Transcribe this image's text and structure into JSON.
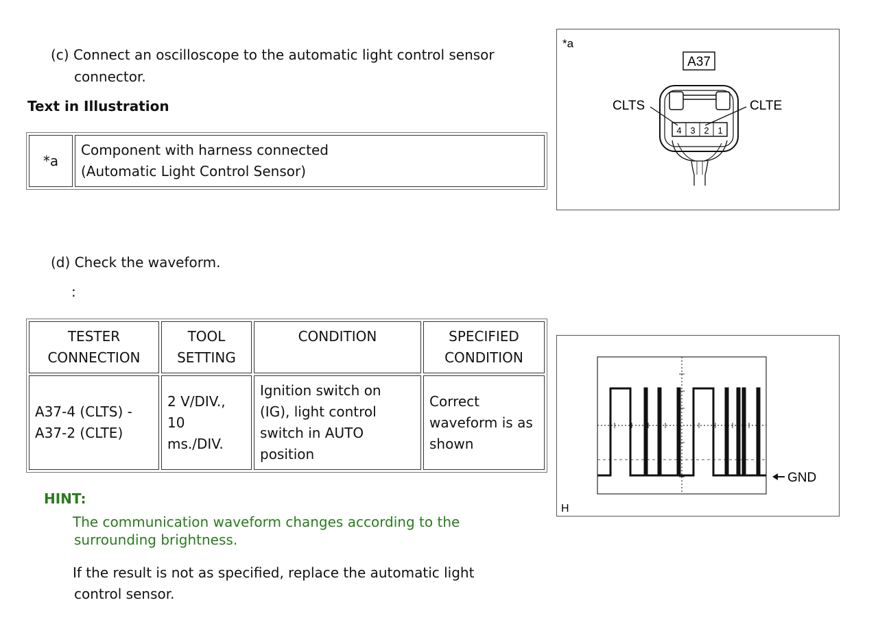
{
  "step_c": {
    "marker": "(c)",
    "line1": "Connect an oscilloscope to the automatic light control sensor",
    "line2": "connector."
  },
  "text_in_illustration": {
    "heading": "Text in Illustration",
    "key": "*a",
    "desc_line1": "Component with harness connected",
    "desc_line2": "(Automatic Light Control Sensor)"
  },
  "connector_illustration": {
    "corner_label": "*a",
    "connector_id": "A37",
    "left_label": "CLTS",
    "right_label": "CLTE",
    "pins": [
      "4",
      "3",
      "2",
      "1"
    ]
  },
  "step_d": {
    "marker": "(d)",
    "text": "Check the waveform.",
    "colon": ":"
  },
  "spec_table": {
    "headers": [
      [
        "TESTER",
        "CONNECTION"
      ],
      [
        "TOOL",
        "SETTING"
      ],
      [
        "CONDITION"
      ],
      [
        "SPECIFIED",
        "CONDITION"
      ]
    ],
    "row": [
      [
        "A37-4 (CLTS) -",
        "A37-2 (CLTE)"
      ],
      [
        "2 V/DIV.,",
        "10",
        "ms./DIV."
      ],
      [
        "Ignition switch on",
        "(IG), light control",
        "switch in AUTO",
        "position"
      ],
      [
        "Correct",
        "waveform is as",
        "shown"
      ]
    ]
  },
  "waveform_illustration": {
    "gnd_label": "GND",
    "corner_label": "H"
  },
  "hint": {
    "title": "HINT:",
    "line1": "The communication waveform changes according to the",
    "line2": "surrounding brightness."
  },
  "result": {
    "line1": "If the result is not as specified, replace the automatic light",
    "line2": "control sensor."
  },
  "colors": {
    "hint_green": "#2a7a1e",
    "text": "#111111"
  }
}
